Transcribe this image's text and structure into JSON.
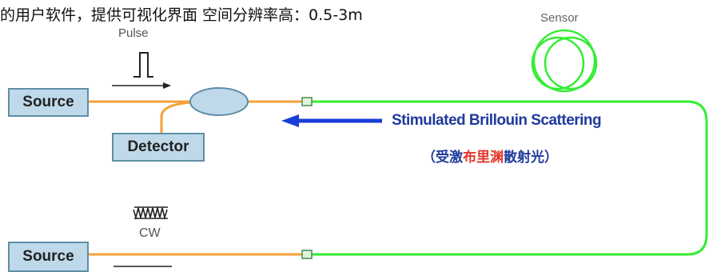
{
  "header": {
    "text": "的用户软件，提供可视化界面 空间分辨率高：0.5-3m"
  },
  "diagram": {
    "labels": {
      "pulse": "Pulse",
      "sensor": "Sensor",
      "cw": "CW",
      "sbs_en": "Stimulated Brillouin Scattering",
      "sbs_cn_open": "（受激",
      "sbs_cn_red": "布里渊",
      "sbs_cn_close": "散射光）"
    },
    "boxes": {
      "source_top": "Source",
      "detector": "Detector",
      "source_bottom": "Source"
    },
    "colors": {
      "fiber_green": "#33ee33",
      "fiber_orange": "#f4a23a",
      "box_fill": "#bfd9ea",
      "arrow_blue": "#1a3dd6",
      "label_blue": "#1f3a9e",
      "label_red": "#e2382b"
    }
  }
}
